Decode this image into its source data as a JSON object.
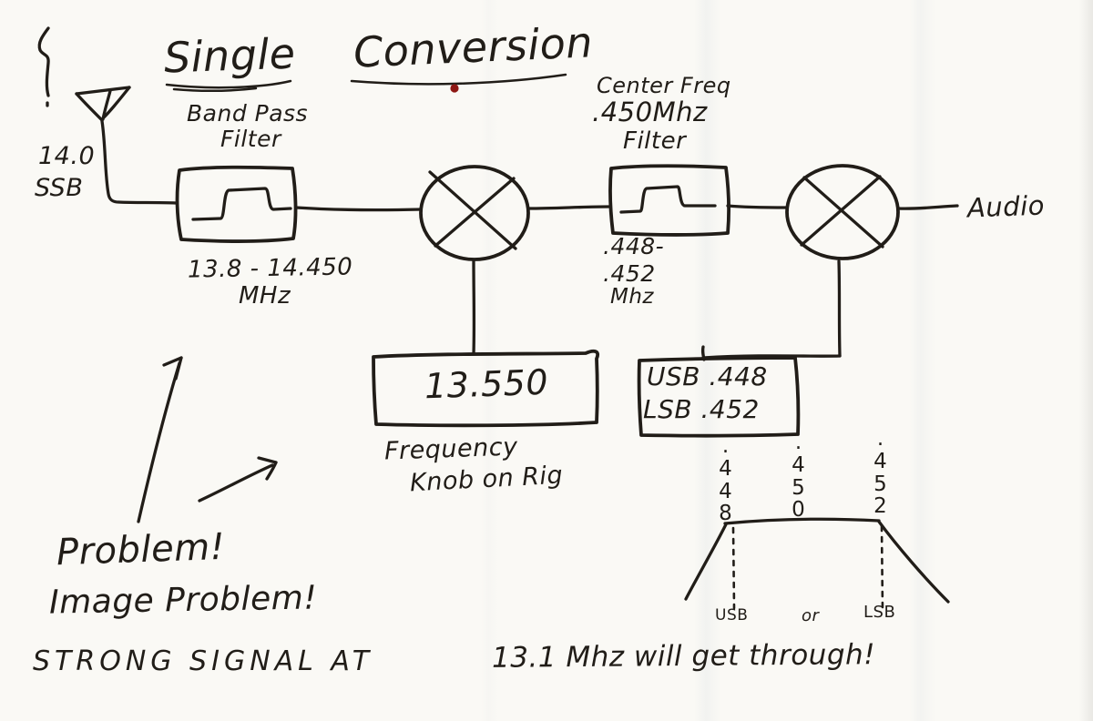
{
  "title": {
    "word_1": "Single",
    "word_2": "Conversion"
  },
  "antenna": {
    "freq": "14.0",
    "mode": "SSB"
  },
  "bandpass_filter": {
    "name_1": "Band Pass",
    "name_2": "Filter",
    "range": "13.8 - 14.450",
    "unit": "MHz"
  },
  "center_filter": {
    "name_1": "Center Freq",
    "name_2": ".450Mhz",
    "name_3": "Filter",
    "passband_1": ".448-",
    "passband_2": ".452",
    "passband_3": "Mhz"
  },
  "local_oscillator": {
    "value": "13.550",
    "caption_1": "Frequency",
    "caption_2": "Knob on Rig"
  },
  "output_label": "Audio",
  "sideband_box": {
    "line_1": "USB .448",
    "line_2": "LSB .452"
  },
  "spectrum": {
    "left_freq": ".448",
    "center_freq": ".450",
    "right_freq": ".452",
    "left_label": "USB",
    "middle_label": "or",
    "right_label": "LSB"
  },
  "notes": {
    "problem": "Problem!",
    "image_problem": "Image Problem!",
    "strong_signal_1": "STRONG SIGNAL AT",
    "strong_signal_2": "13.1 Mhz will get through!"
  },
  "colors": {
    "ink": "#211d18",
    "paper": "#faf9f5",
    "accent_dot": "#8e1713"
  }
}
